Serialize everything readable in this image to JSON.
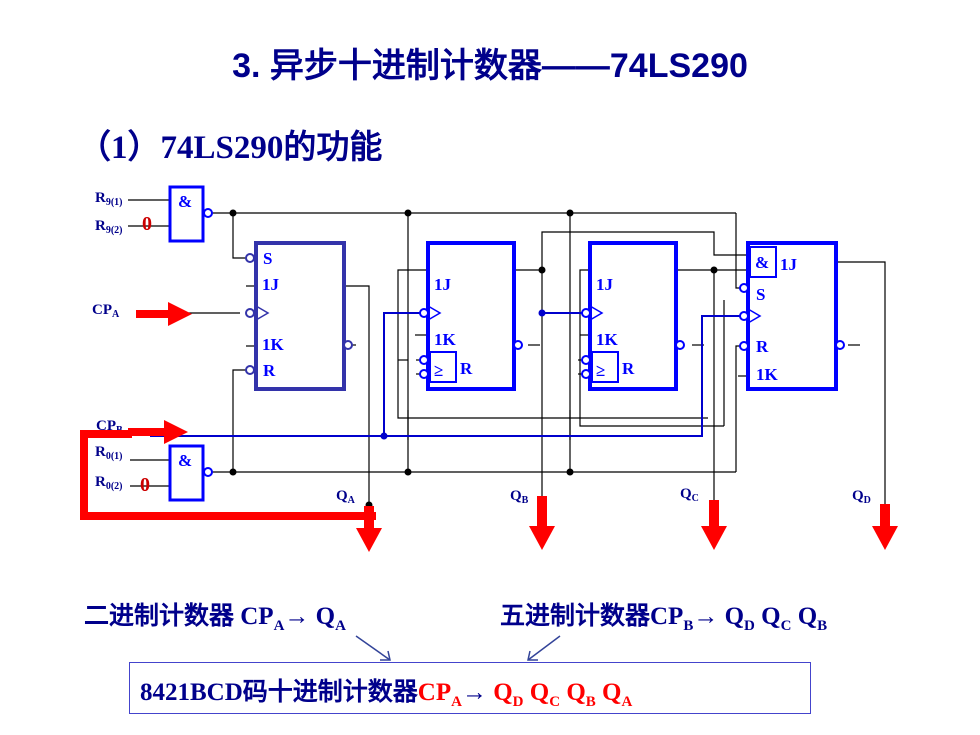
{
  "slide": {
    "title": "3. 异步十进制计数器——74LS290",
    "subtitle": "（1）74LS290的功能"
  },
  "circuit": {
    "pins": {
      "r91": "R",
      "r91_sub": "9(1)",
      "r92": "R",
      "r92_sub": "9(2)",
      "cpa": "CP",
      "cpa_sub": "A",
      "cpb": "CP",
      "cpb_sub": "B",
      "r01": "R",
      "r01_sub": "0(1)",
      "r02": "R",
      "r02_sub": "0(2)",
      "zero_top": "0",
      "zero_bottom": "0"
    },
    "gate_symbol": "&",
    "or_symbol": "≥",
    "ff_labels": {
      "s": "S",
      "j": "1J",
      "k": "1K",
      "r": "R",
      "clk": ">"
    },
    "outputs": {
      "qa": "Q",
      "qa_sub": "A",
      "qb": "Q",
      "qb_sub": "B",
      "qc": "Q",
      "qc_sub": "C",
      "qd": "Q",
      "qd_sub": "D"
    },
    "colors": {
      "wire": "#000000",
      "ff": "#0000ff",
      "ff_a": "#3333aa",
      "clock": "#0000cc",
      "arrow": "#ff0000"
    }
  },
  "notes": {
    "binary": {
      "text": "二进制计数器 CP",
      "sub1": "A",
      "arrow": "→ Q",
      "sub2": "A"
    },
    "quinary": {
      "text": "五进制计数器CP",
      "sub1": "B",
      "arrow": "→ Q",
      "d": "D",
      "q2": " Q",
      "c": "C",
      "q3": " Q",
      "b": "B"
    },
    "bcd": {
      "text": "8421BCD码十进制计数器",
      "cp": "CP",
      "cp_sub": "A",
      "arrow": "→ ",
      "q": "Q",
      "d": "D",
      "c": "C",
      "b": "B",
      "a": "A"
    }
  }
}
